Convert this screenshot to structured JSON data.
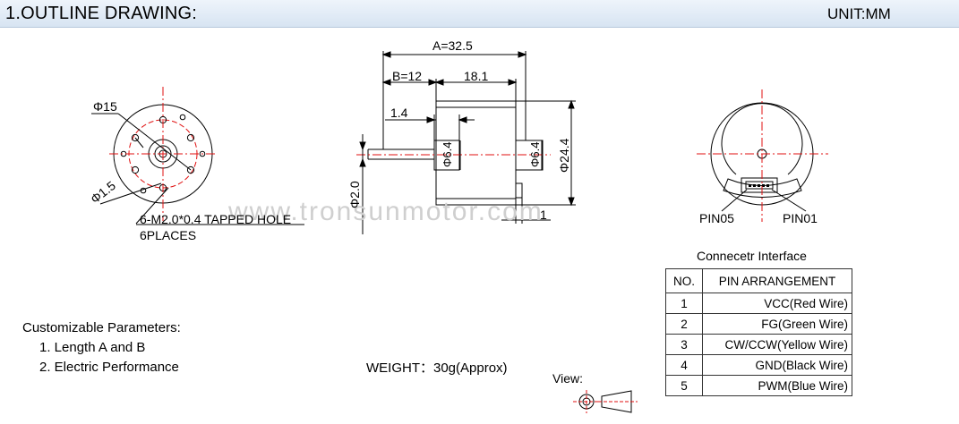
{
  "header": {
    "title": "1.OUTLINE DRAWING:",
    "unit": "UNIT:MM"
  },
  "front_view": {
    "phi15": "Φ15",
    "phi15_small": "Φ1.5",
    "tapped_hole": "6-M2.0*0.4 TAPPED HOLE",
    "places": "6PLACES"
  },
  "side_view": {
    "dim_a": "A=32.5",
    "dim_b": "B=12",
    "dim_body": "18.1",
    "dim_14": "1.4",
    "dim_phi64_left": "Φ6.4",
    "dim_phi64_right": "Φ6.4",
    "dim_phi244": "Φ24.4",
    "dim_phi20": "Φ2.0",
    "dim_1": "1"
  },
  "rear_view": {
    "pin05": "PIN05",
    "pin01": "PIN01"
  },
  "watermark": "www.tronsunmotor.com",
  "connector": {
    "title": "Connecetr Interface",
    "headers": [
      "NO.",
      "PIN ARRANGEMENT"
    ],
    "rows": [
      {
        "no": "1",
        "pin": "VCC(Red Wire)"
      },
      {
        "no": "2",
        "pin": "FG(Green Wire)"
      },
      {
        "no": "3",
        "pin": "CW/CCW(Yellow Wire)"
      },
      {
        "no": "4",
        "pin": "GND(Black Wire)"
      },
      {
        "no": "5",
        "pin": "PWM(Blue Wire)"
      }
    ]
  },
  "params": {
    "title": "Customizable Parameters:",
    "items": [
      "1. Length A and B",
      "2. Electric Performance"
    ]
  },
  "weight": "WEIGHT：30g(Approx)",
  "view_label": "View:"
}
